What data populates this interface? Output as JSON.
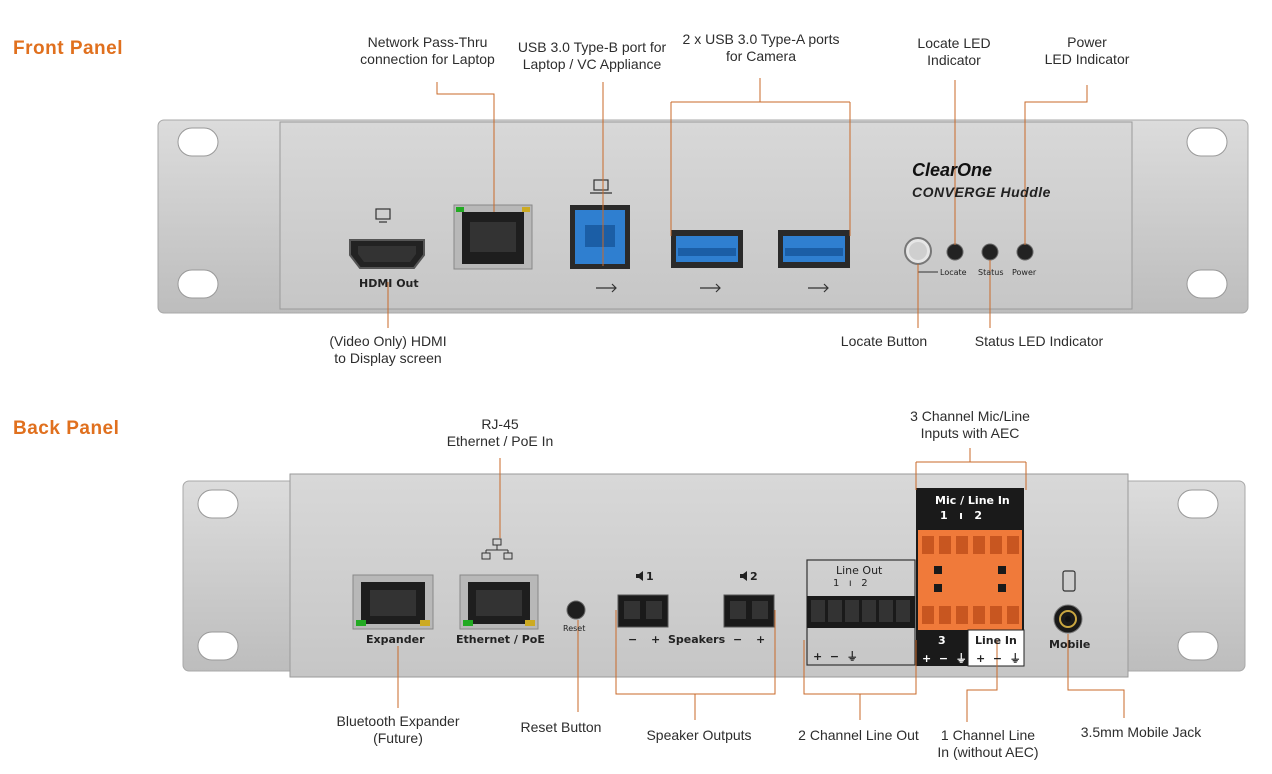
{
  "colors": {
    "accent": "#e0701e",
    "panel": "#c9c9c9",
    "panel_face": "#d4d4d4",
    "usb_blue": "#2f7fd0",
    "terminal_orange": "#f07a3a"
  },
  "sections": {
    "front": "Front Panel",
    "back": "Back Panel"
  },
  "front": {
    "brand": "ClearOne",
    "model": "CONVERGE Huddle",
    "port_labels": {
      "hdmi": "HDMI Out",
      "locate": "Locate",
      "status": "Status",
      "power": "Power"
    },
    "callouts": {
      "network": "Network Pass-Thru\nconnection for Laptop",
      "usb_b": "USB 3.0 Type-B port for\nLaptop / VC Appliance",
      "usb_a": "2 x USB 3.0 Type-A ports\nfor Camera",
      "locate_led": "Locate LED\nIndicator",
      "power_led": "Power\nLED Indicator",
      "hdmi": "(Video Only) HDMI\nto Display screen",
      "locate_button": "Locate Button",
      "status_led": "Status LED Indicator"
    },
    "icons": [
      "monitor-icon",
      "superspeed-usb-icon"
    ]
  },
  "back": {
    "port_labels": {
      "expander": "Expander",
      "ethernet": "Ethernet / PoE",
      "reset": "Reset",
      "speaker1": "1",
      "speaker2": "2",
      "speakers": "Speakers",
      "minus": "−",
      "plus": "+",
      "line_out": "Line Out",
      "line_out_nums": "1   ı   2",
      "line_out_pins": "+  −  ⏚",
      "mic_line_in": "Mic / Line In",
      "mic_nums": "1   ı   2",
      "ch3": "3",
      "line_in": "Line In",
      "ch3_pins": "+  −  ⏚",
      "line_in_pins": "+  −  ⏚",
      "mobile": "Mobile"
    },
    "callouts": {
      "rj45": "RJ-45\nEthernet / PoE In",
      "mic_line": "3 Channel Mic/Line\nInputs with AEC",
      "bluetooth": "Bluetooth Expander\n(Future)",
      "reset": "Reset Button",
      "speakers": "Speaker Outputs",
      "line_out": "2 Channel Line Out",
      "line_in": "1 Channel Line\nIn (without AEC)",
      "mobile": "3.5mm Mobile Jack"
    },
    "icons": [
      "network-icon",
      "speaker-icon",
      "phone-icon"
    ]
  }
}
